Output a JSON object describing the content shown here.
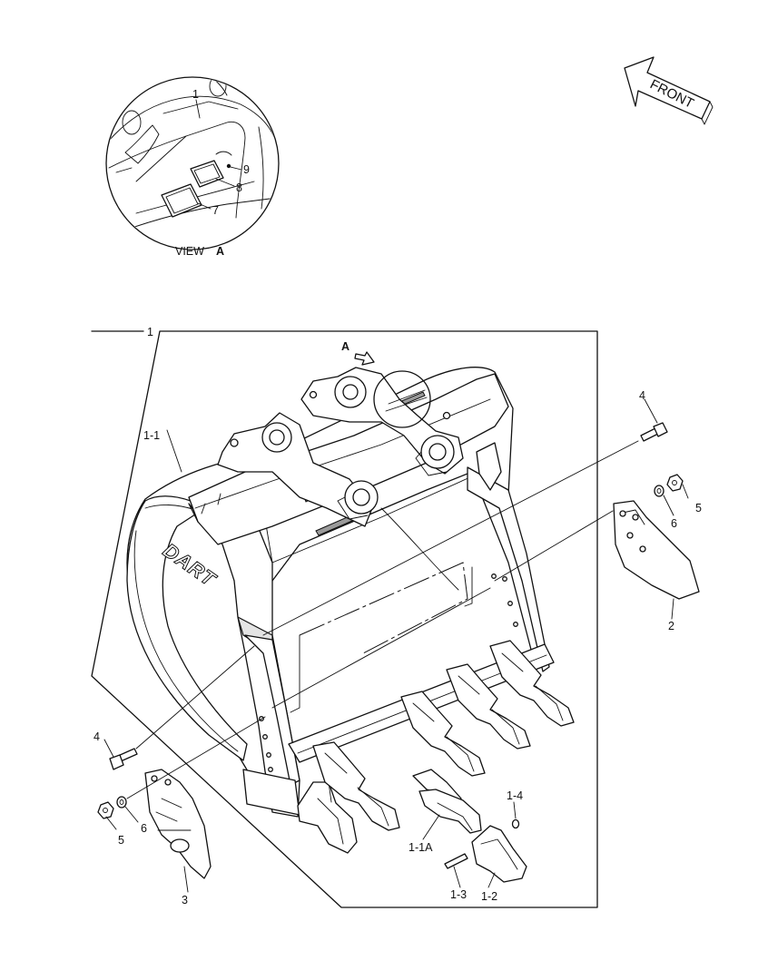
{
  "labels": {
    "view_caption": "VIEW",
    "view_letter": "A",
    "front": "FRONT",
    "arrow_a": "A",
    "brand": "DART",
    "part_1_detail": "1",
    "part_1_main": "1",
    "part_1_1": "1-1",
    "part_1_1a": "1-1A",
    "part_1_2": "1-2",
    "part_1_3": "1-3",
    "part_1_4": "1-4",
    "part_2": "2",
    "part_3": "3",
    "part_4_right": "4",
    "part_4_left": "4",
    "part_5_right": "5",
    "part_5_left": "5",
    "part_6_right": "6",
    "part_6_left": "6",
    "part_7": "7",
    "part_8": "8",
    "part_9": "9"
  }
}
